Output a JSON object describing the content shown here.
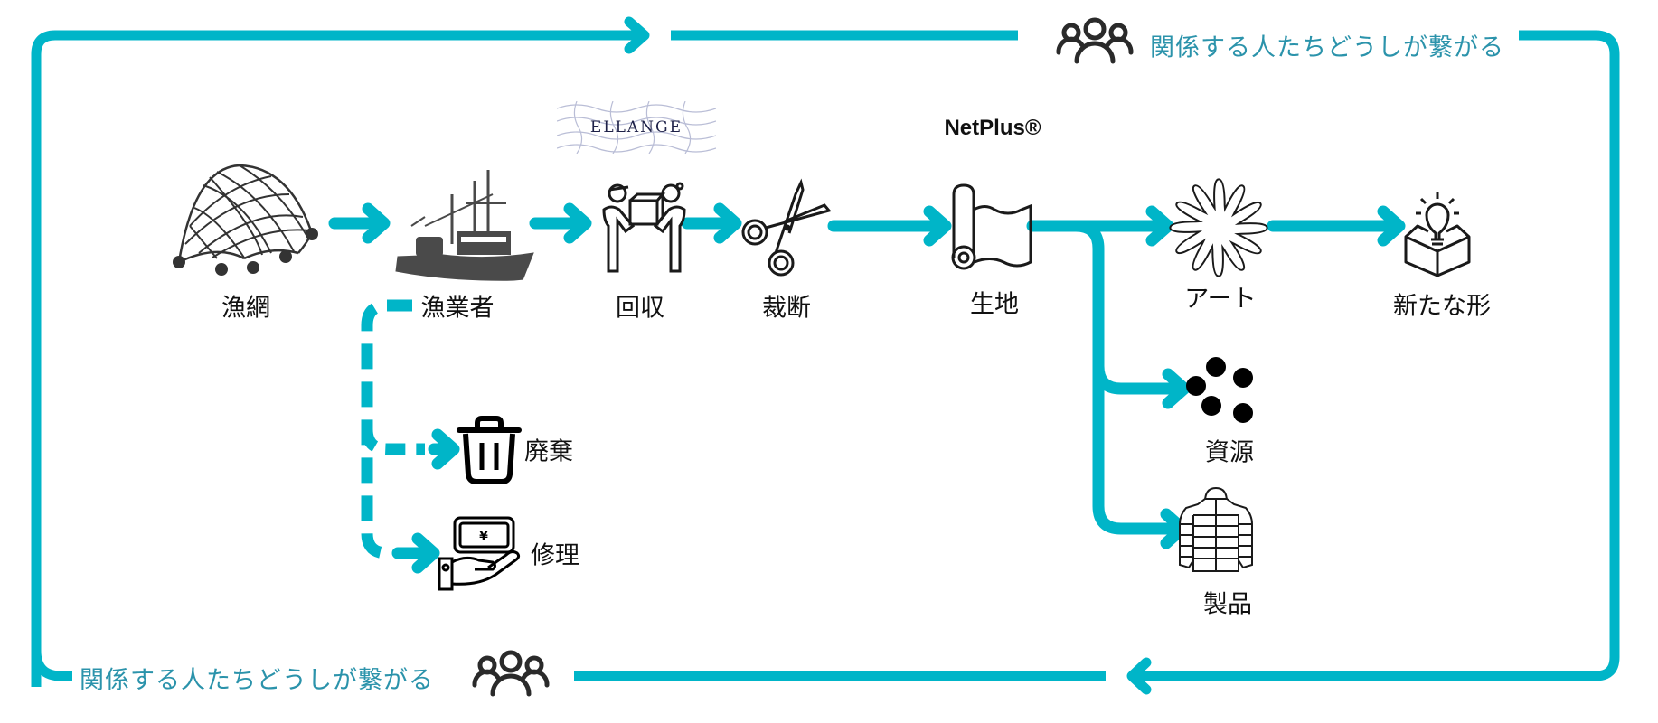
{
  "colors": {
    "flow_line": "#00b5c8",
    "loop_text": "#2b93ab",
    "icon": "#1a1a1a",
    "label": "#111111"
  },
  "loop": {
    "top_label": "関係する人たちどうしが繋がる",
    "bottom_label": "関係する人たちどうしが繋がる",
    "icon": "people-group-icon"
  },
  "brands": {
    "ellange": "ELLANGE",
    "netplus": "NetPlus®"
  },
  "steps": [
    {
      "id": "fishing-net",
      "label": "漁網",
      "icon": "fishing-net-icon"
    },
    {
      "id": "fisher",
      "label": "漁業者",
      "icon": "fishing-boat-icon"
    },
    {
      "id": "collection",
      "label": "回収",
      "icon": "handover-box-icon"
    },
    {
      "id": "cutting",
      "label": "裁断",
      "icon": "scissors-icon"
    },
    {
      "id": "fabric",
      "label": "生地",
      "icon": "fabric-roll-icon"
    },
    {
      "id": "art",
      "label": "アート",
      "icon": "starburst-icon"
    },
    {
      "id": "new-form",
      "label": "新たな形",
      "icon": "lightbulb-box-icon"
    }
  ],
  "branches_from_fabric": [
    {
      "id": "resource",
      "label": "資源",
      "icon": "pellets-icon"
    },
    {
      "id": "product",
      "label": "製品",
      "icon": "down-jacket-icon"
    }
  ],
  "branches_from_fisher": [
    {
      "id": "disposal",
      "label": "廃棄",
      "icon": "trash-can-icon"
    },
    {
      "id": "repair",
      "label": "修理",
      "icon": "money-hand-icon"
    }
  ],
  "repair_symbol": "¥"
}
